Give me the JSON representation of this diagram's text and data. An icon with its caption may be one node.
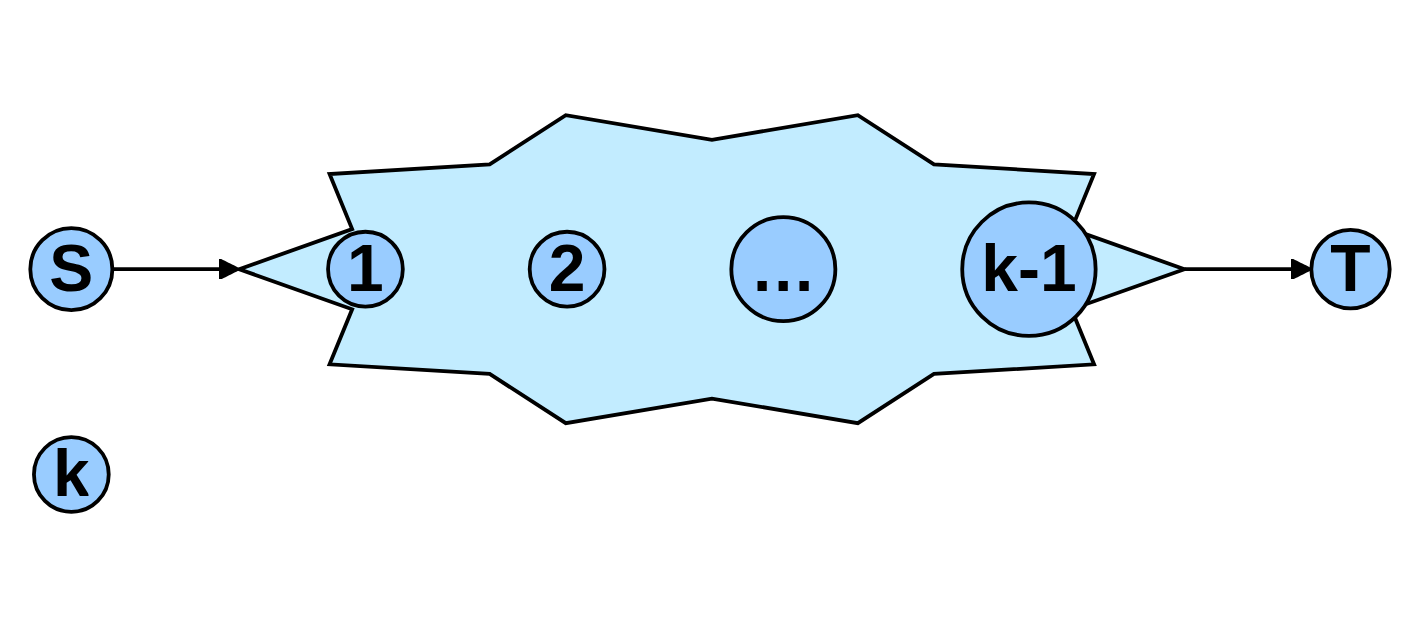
{
  "diagram": {
    "nodes": [
      {
        "text": [
          "S"
        ]
      },
      {
        "text": [],
        "shape": "burst"
      },
      {
        "text": [
          "1"
        ],
        "in": 1
      },
      {
        "text": [
          "2"
        ],
        "in": 1
      },
      {
        "text": [
          "…"
        ],
        "in": 1
      },
      {
        "text": [
          "k-1"
        ],
        "in": 1
      },
      {
        "text": [
          "T"
        ]
      },
      {
        "text": [
          "k"
        ]
      }
    ],
    "edges": [
      {
        "from": 0,
        "to": 1,
        "arrow": "to"
      },
      {
        "from": 1,
        "to": 6,
        "arrow": "to"
      }
    ]
  }
}
